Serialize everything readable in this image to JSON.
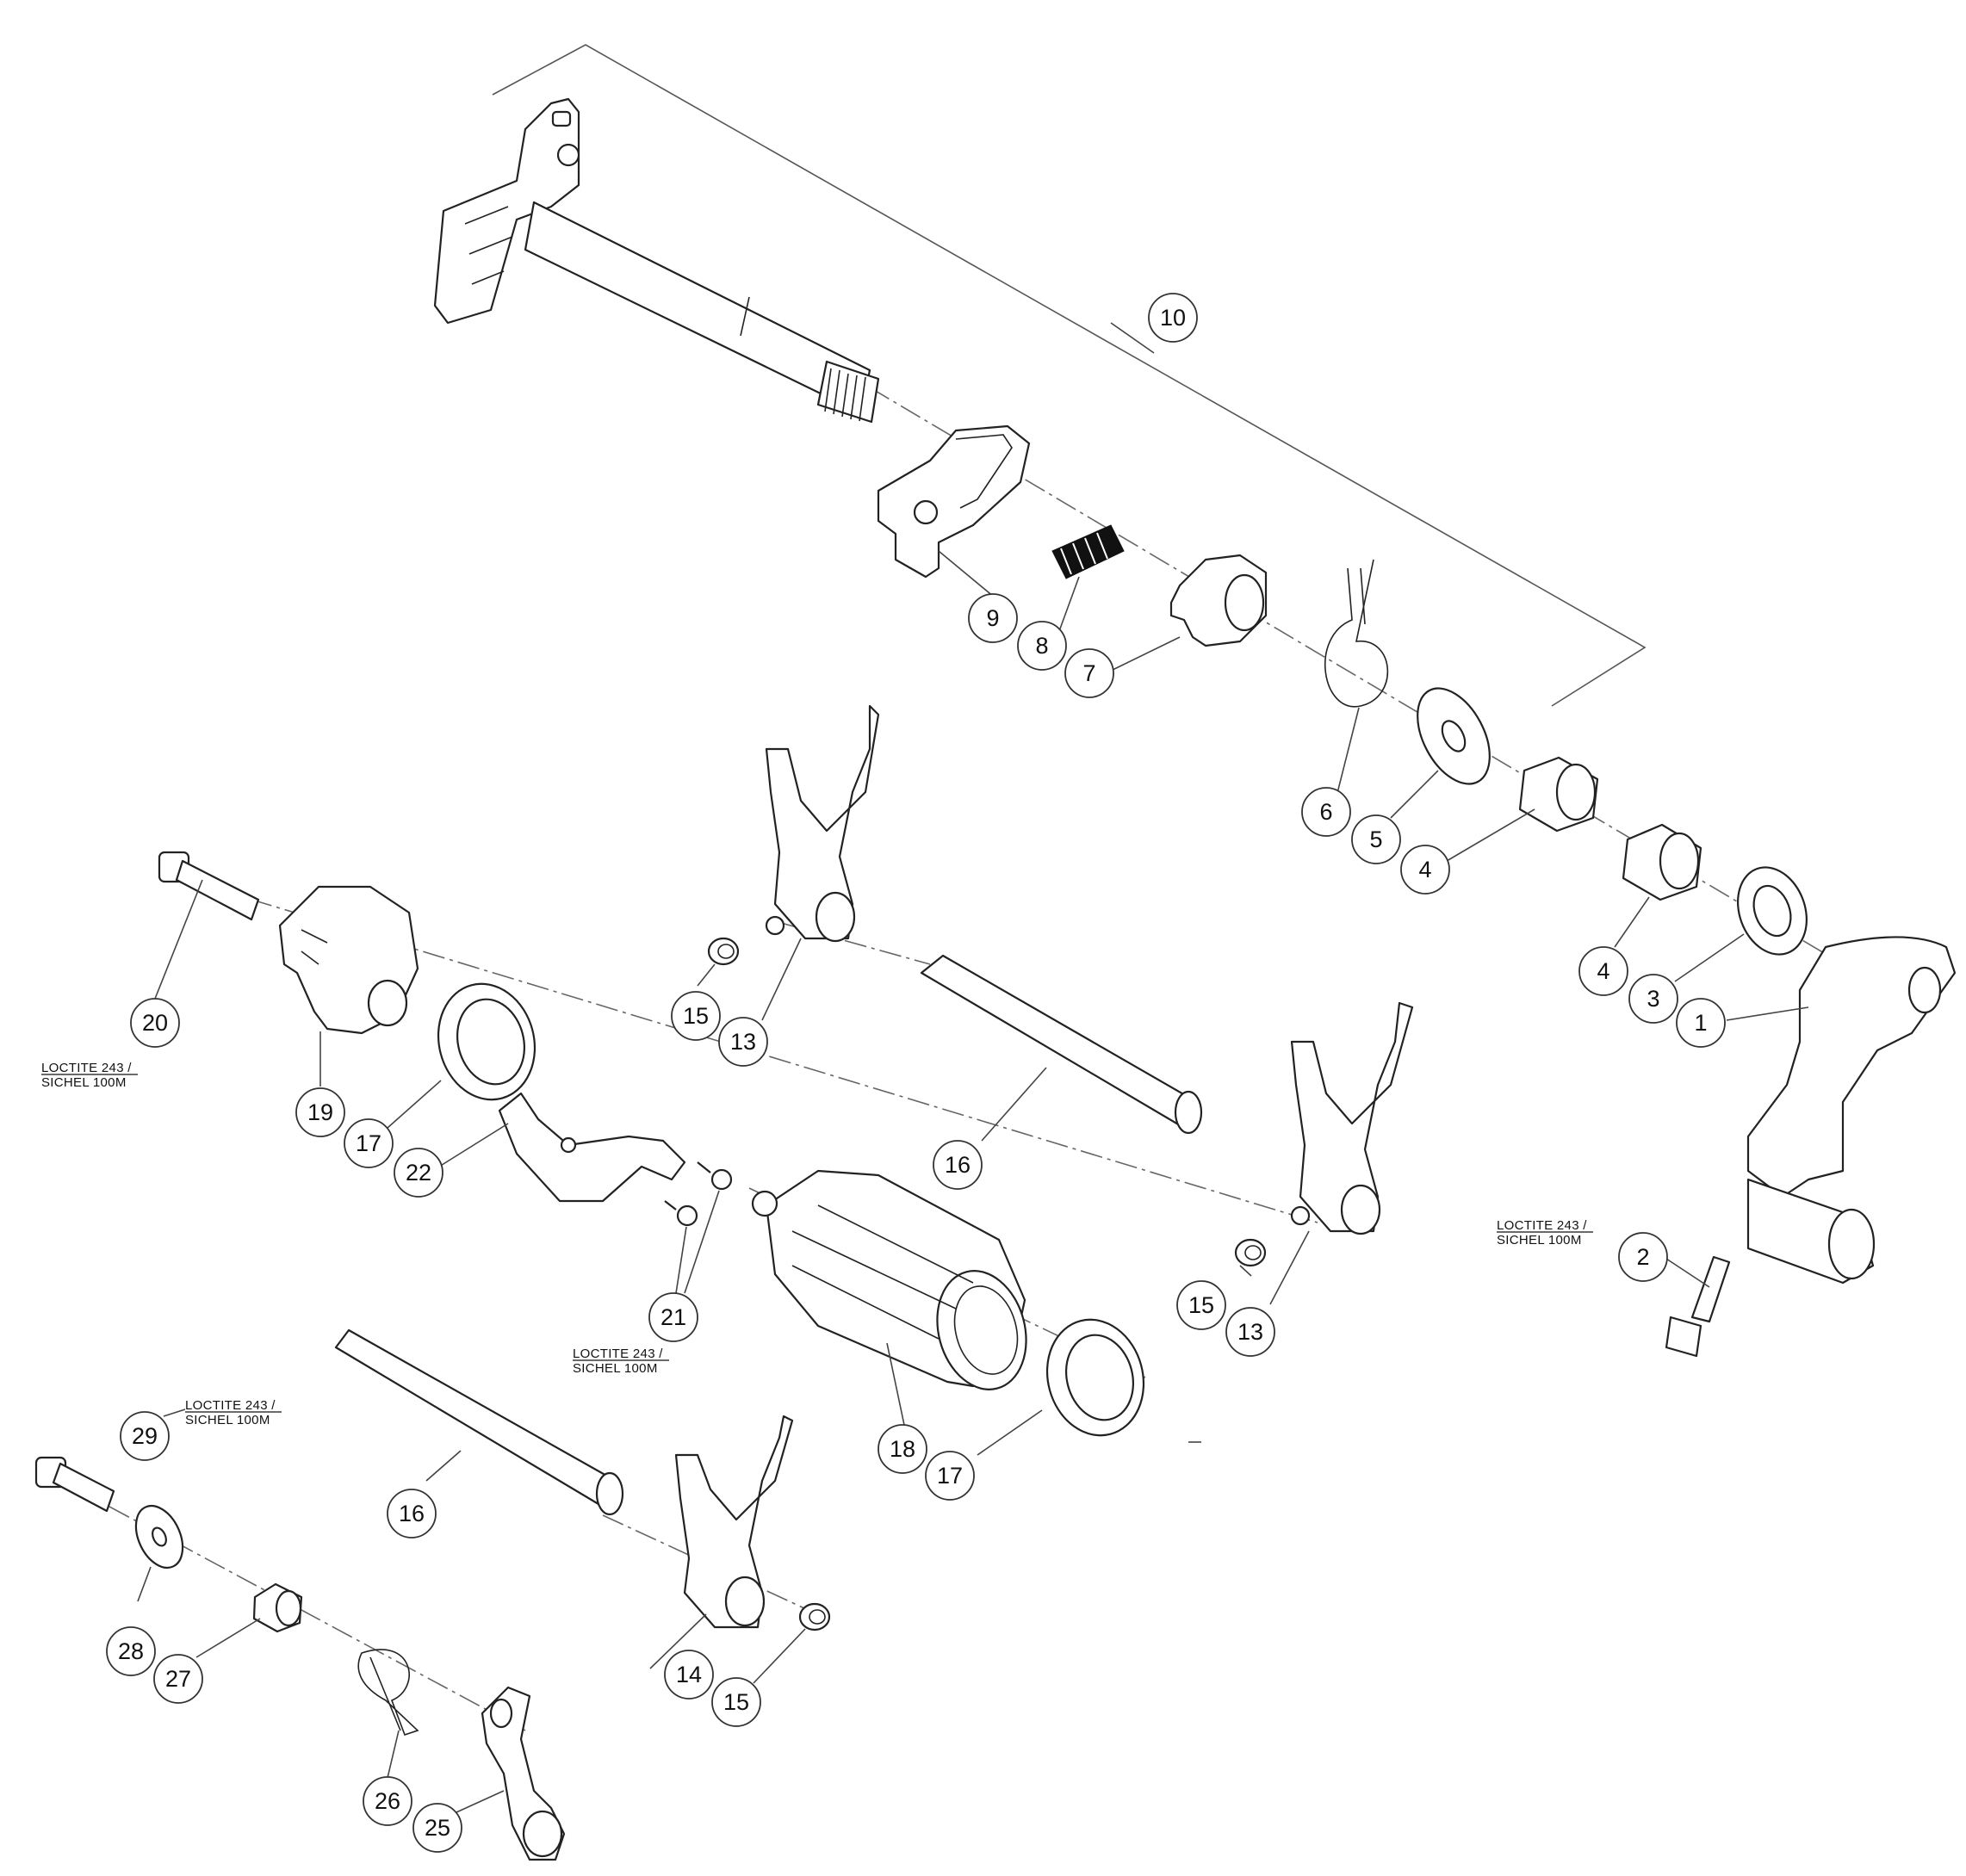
{
  "callouts": [
    {
      "id": "c1",
      "label": "1"
    },
    {
      "id": "c2",
      "label": "2"
    },
    {
      "id": "c3",
      "label": "3"
    },
    {
      "id": "c4a",
      "label": "4"
    },
    {
      "id": "c4b",
      "label": "4"
    },
    {
      "id": "c5",
      "label": "5"
    },
    {
      "id": "c6",
      "label": "6"
    },
    {
      "id": "c7",
      "label": "7"
    },
    {
      "id": "c8",
      "label": "8"
    },
    {
      "id": "c9",
      "label": "9"
    },
    {
      "id": "c10",
      "label": "10"
    },
    {
      "id": "c13a",
      "label": "13"
    },
    {
      "id": "c13b",
      "label": "13"
    },
    {
      "id": "c14",
      "label": "14"
    },
    {
      "id": "c15a",
      "label": "15"
    },
    {
      "id": "c15b",
      "label": "15"
    },
    {
      "id": "c15c",
      "label": "15"
    },
    {
      "id": "c16a",
      "label": "16"
    },
    {
      "id": "c16b",
      "label": "16"
    },
    {
      "id": "c17a",
      "label": "17"
    },
    {
      "id": "c17b",
      "label": "17"
    },
    {
      "id": "c18",
      "label": "18"
    },
    {
      "id": "c19",
      "label": "19"
    },
    {
      "id": "c20",
      "label": "20"
    },
    {
      "id": "c21",
      "label": "21"
    },
    {
      "id": "c22",
      "label": "22"
    },
    {
      "id": "c25",
      "label": "25"
    },
    {
      "id": "c26",
      "label": "26"
    },
    {
      "id": "c27",
      "label": "27"
    },
    {
      "id": "c28",
      "label": "28"
    },
    {
      "id": "c29",
      "label": "29"
    }
  ],
  "notes": {
    "n20": {
      "line1": "LOCTITE 243 /",
      "line2": "SICHEL 100M"
    },
    "n2": {
      "line1": "LOCTITE 243 /",
      "line2": "SICHEL 100M"
    },
    "n21": {
      "line1": "LOCTITE 243 /",
      "line2": "SICHEL 100M"
    },
    "n29": {
      "line1": "LOCTITE 243 /",
      "line2": "SICHEL 100M"
    }
  }
}
